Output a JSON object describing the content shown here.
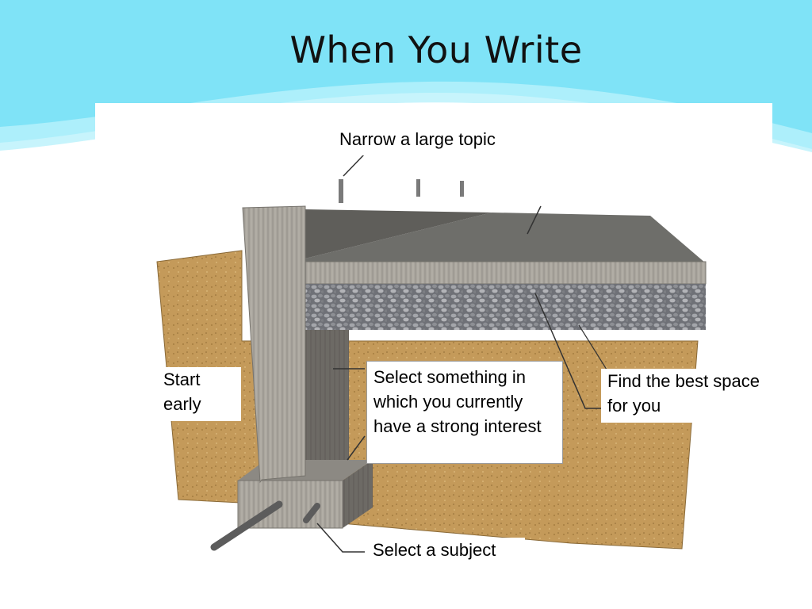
{
  "slide": {
    "title": "When You Write",
    "colors": {
      "header_band": "#7fe3f7",
      "header_wave": "#b9f1fb",
      "soil": "#c49a5a",
      "concrete": "#a9a59c",
      "slab_top": "#6e6e6a",
      "gravel": "#8c8f96"
    }
  },
  "diagram": {
    "labels": {
      "narrow": "Narrow a large topic",
      "start_early": "Start early",
      "select_something": "Select something in which you currently have a strong interest",
      "best_space": "Find the best space for you",
      "select_subject": "Select a subject"
    }
  }
}
